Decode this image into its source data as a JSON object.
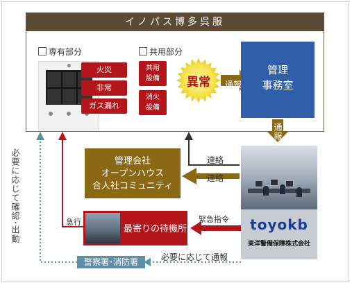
{
  "title": "イノパス博多呉服",
  "sections": {
    "private_label": "専有部分",
    "common_label": "共用部分"
  },
  "private_alarms": [
    "火災",
    "非常",
    "ガス漏れ"
  ],
  "common_equipment": [
    "共用\n設備",
    "消火\n設備"
  ],
  "abnormal_label": "異常",
  "report_label_1": "通報",
  "control_room": "管理\n事務室",
  "report_label_2": "通報",
  "contact_label_1": "連絡",
  "contact_label_2": "連絡",
  "management_company": "管理会社\nオープンハウス\n合人社コミュニティ",
  "rush_label": "急行",
  "nearest_station": "最寄りの待機所",
  "emergency_order": "緊急指令",
  "security_company_logo": "toyokb",
  "security_company_name": "東洋警備保障株式会社",
  "as_needed_report": "必要に応じて通報",
  "police_fire": "警察署･消防署",
  "vertical_note": "必要に応じて確認･出動",
  "colors": {
    "brown": "#5c4a36",
    "red": "#b3151b",
    "olive": "#8b6914",
    "blue": "#2f5fa8",
    "teal": "#5f8fa5"
  }
}
